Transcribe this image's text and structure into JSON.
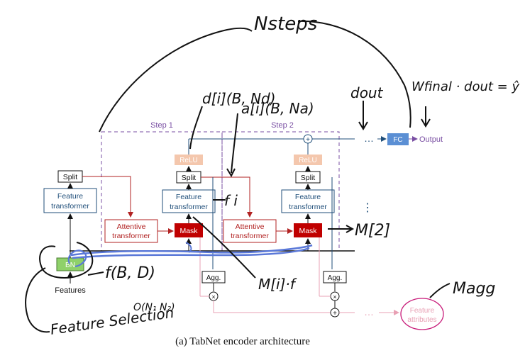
{
  "diagram": {
    "caption": "(a)  TabNet encoder architecture",
    "step_labels": [
      "Step 1",
      "Step 2"
    ],
    "blocks": {
      "split": "Split",
      "feature_transformer_l1": "Feature",
      "feature_transformer_l2": "transformer",
      "attentive_transformer_l1": "Attentive",
      "attentive_transformer_l2": "transformer",
      "mask": "Mask",
      "relu": "ReLU",
      "bn": "BN",
      "features": "Features",
      "agg": "Agg.",
      "fc": "FC",
      "output": "Output",
      "feature_attributes_l1": "Feature",
      "feature_attributes_l2": "attributes",
      "plus": "+",
      "times": "×",
      "ellipsis": "…",
      "vertical_dots": "⋮"
    },
    "annotations": {
      "n_steps": "Nsteps",
      "d_shape": "d[i](B, Nd)",
      "a_shape": "a[i](B, Na)",
      "d_out": "dout",
      "w_final": "Wfinal · dout = ŷ",
      "f_i": "f i",
      "m2": "M[2]",
      "mif": "M[i]·f",
      "f_shape": "f(B, D)",
      "m_agg": "Magg",
      "feature_selection": "Feature Selection",
      "ops": "O(N₁ N₂)"
    },
    "colors": {
      "purple": "#7a4fa3",
      "red": "#b22222",
      "mask_fill": "#c00000",
      "blue": "#1f4e79",
      "relu_fill": "#f4c7ad",
      "bn_fill": "#8fd16a",
      "pink": "#e8a0b4",
      "highlight": "#5a78d8",
      "fc_fill": "#5b8fd4"
    }
  }
}
